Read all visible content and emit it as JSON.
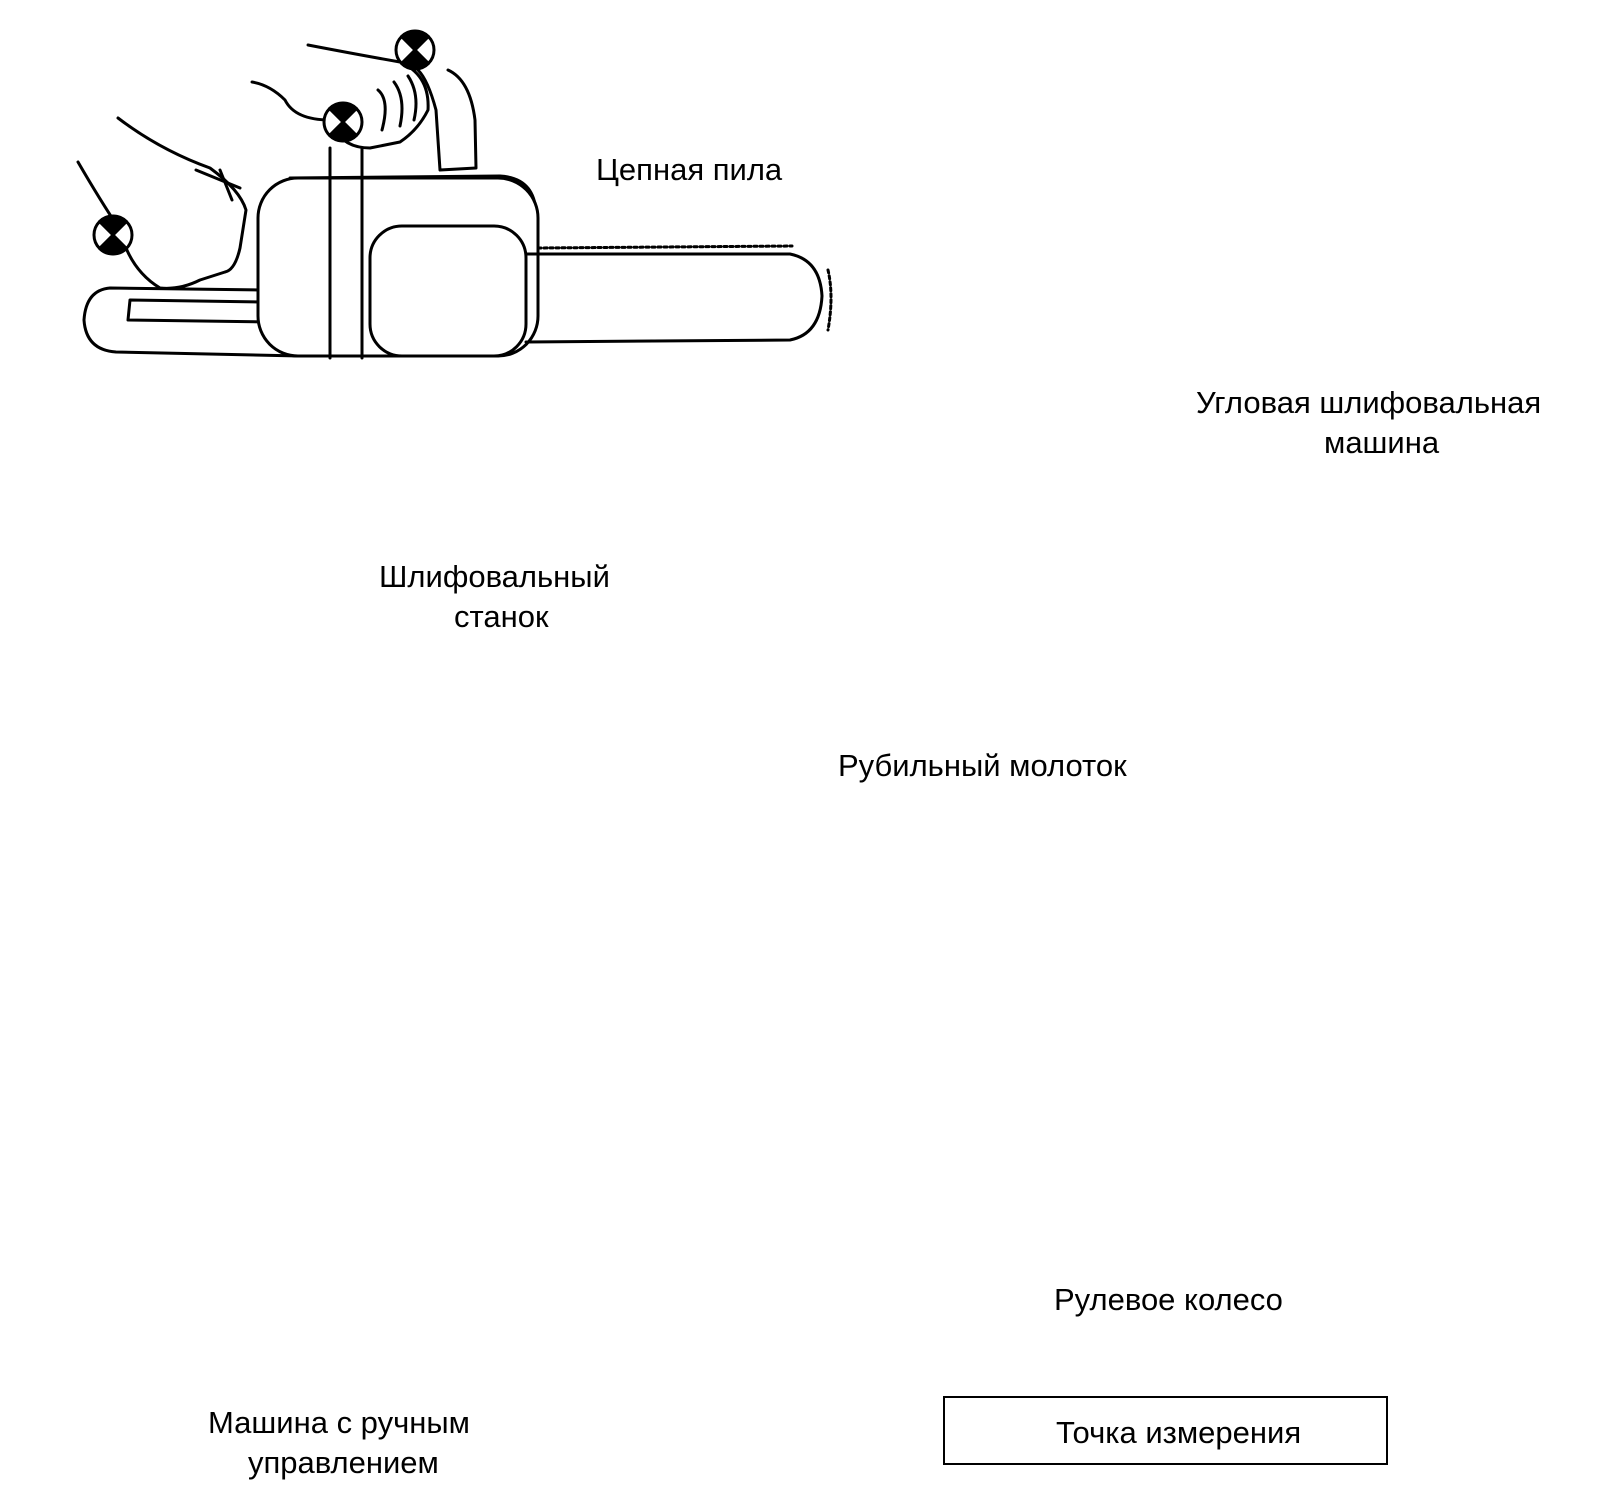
{
  "labels": {
    "chainsaw": "Цепная пила",
    "angle_grinder_line1": "Угловая шлифовальная",
    "angle_grinder_line2": "машина",
    "grinding_machine_line1": "Шлифовальный",
    "grinding_machine_line2": "станок",
    "chipping_hammer": "Рубильный молоток",
    "hand_guided_machine_line1": "Машина с ручным",
    "hand_guided_machine_line2": "управлением",
    "steering_wheel": "Рулевое колесо"
  },
  "legend": {
    "label": "Точка измерения",
    "icon": "measurement-point-icon"
  },
  "colors": {
    "line": "#000000",
    "background": "#ffffff"
  }
}
